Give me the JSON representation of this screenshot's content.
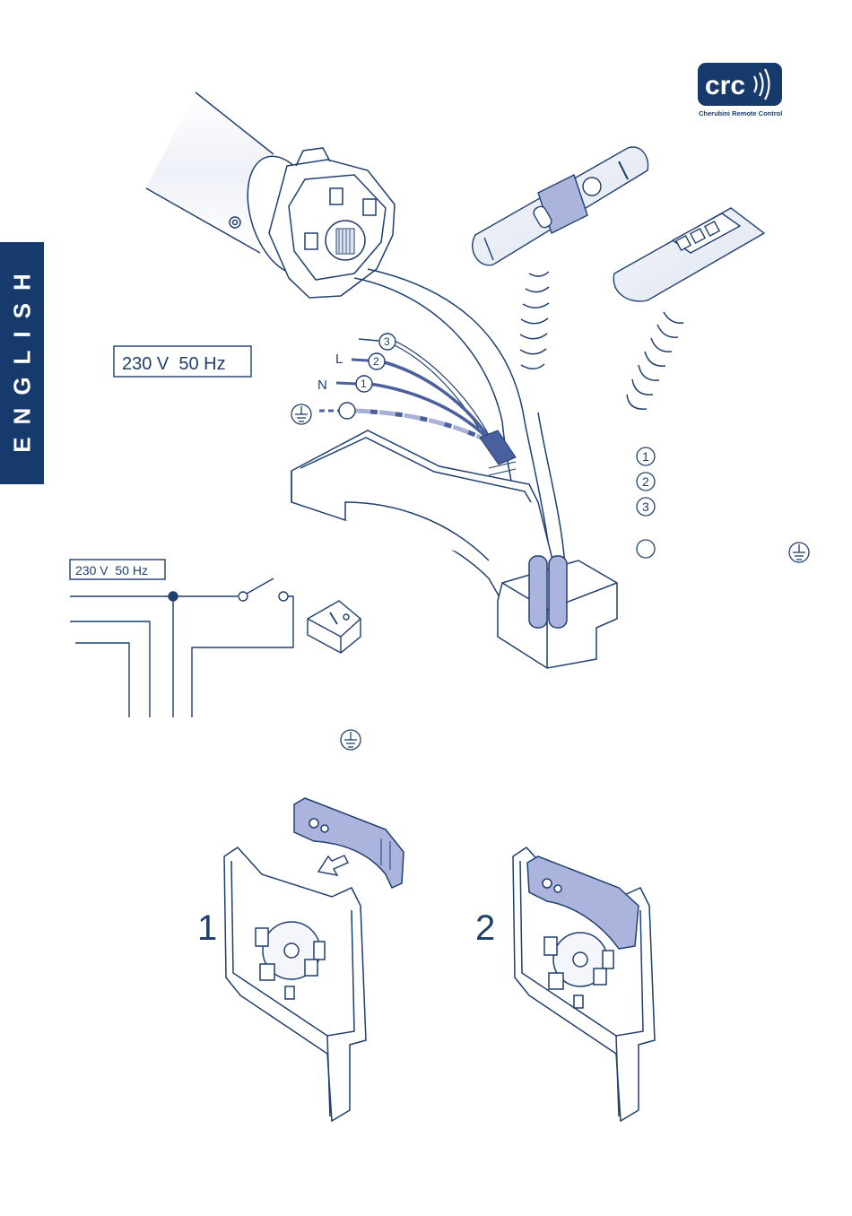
{
  "side_tab": {
    "label": "ENGLISH"
  },
  "logo": {
    "mark": "crc",
    "caption": "Cherubini Remote Control"
  },
  "voltage_label": "230 V  50 Hz",
  "supply_label": "230 V  50 Hz",
  "wires": {
    "l": "L",
    "n": "N",
    "n1": "1",
    "n2": "2",
    "n3": "3"
  },
  "legend": {
    "n1": "1",
    "n2": "2",
    "n3": "3"
  },
  "steps": {
    "one": "1",
    "two": "2"
  },
  "colors": {
    "navy": "#173a6c",
    "line": "#1f3f6e",
    "wire_blue": "#4a5f9e",
    "wire_light": "#a8b2d8",
    "tint": "#aab4dd"
  },
  "icons": [
    "ground-icon",
    "rocker-switch-icon",
    "radio-wave-icon"
  ]
}
